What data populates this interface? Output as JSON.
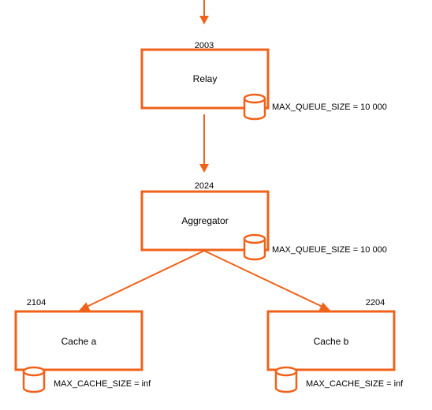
{
  "colors": {
    "accent": "#f0621a",
    "text": "#000000",
    "background": "#ffffff"
  },
  "nodes": {
    "relay": {
      "port": "2003",
      "label": "Relay",
      "param": "MAX_QUEUE_SIZE = 10 000",
      "icon": "database-icon"
    },
    "aggregator": {
      "port": "2024",
      "label": "Aggregator",
      "param": "MAX_QUEUE_SIZE = 10 000",
      "icon": "database-icon"
    },
    "cache_a": {
      "port": "2104",
      "label": "Cache a",
      "param": "MAX_CACHE_SIZE = inf",
      "icon": "database-icon"
    },
    "cache_b": {
      "port": "2204",
      "label": "Cache b",
      "param": "MAX_CACHE_SIZE = inf",
      "icon": "database-icon"
    }
  }
}
